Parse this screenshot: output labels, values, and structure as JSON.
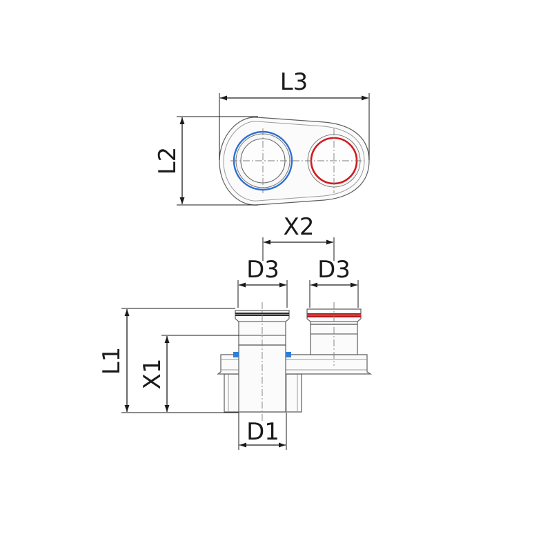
{
  "dimensions": {
    "l3": "L3",
    "l2": "L2",
    "x2": "X2",
    "d3_left": "D3",
    "d3_right": "D3",
    "l1": "L1",
    "x1": "X1",
    "d1": "D1"
  },
  "colors": {
    "cold_ring": "#2d6fd0",
    "hot_ring": "#d21a1f",
    "seal_dark": "#2b2b2b",
    "seal_red": "#b8171a",
    "clip_blue": "#2f7fd8"
  }
}
